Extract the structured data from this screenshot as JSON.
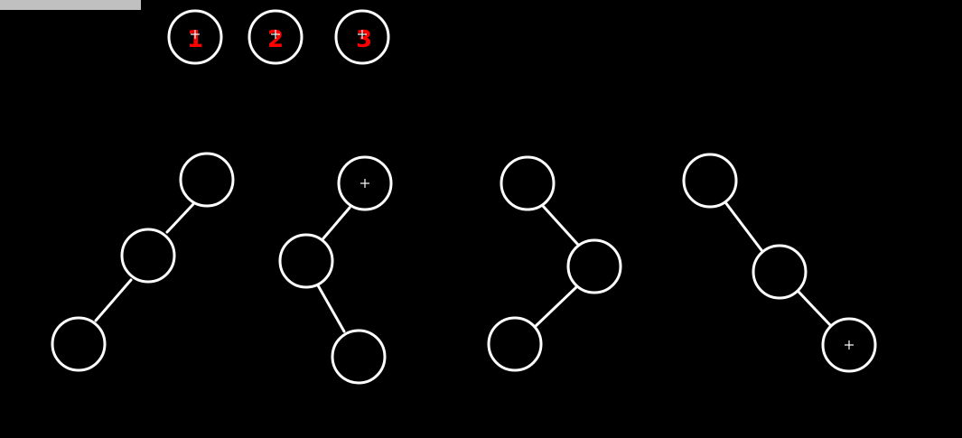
{
  "colors": {
    "background": "#000000",
    "node_stroke": "#ffffff",
    "label": "#ff0000",
    "bar": "#c0c0c0",
    "cursor": "#ffffff"
  },
  "tokens": [
    {
      "label": "1"
    },
    {
      "label": "2"
    },
    {
      "label": "3"
    }
  ],
  "trees": [
    {
      "shape": "left-left"
    },
    {
      "shape": "left-right"
    },
    {
      "shape": "right-left"
    },
    {
      "shape": "right-right"
    }
  ],
  "cursor_icon": "crosshair-icon"
}
